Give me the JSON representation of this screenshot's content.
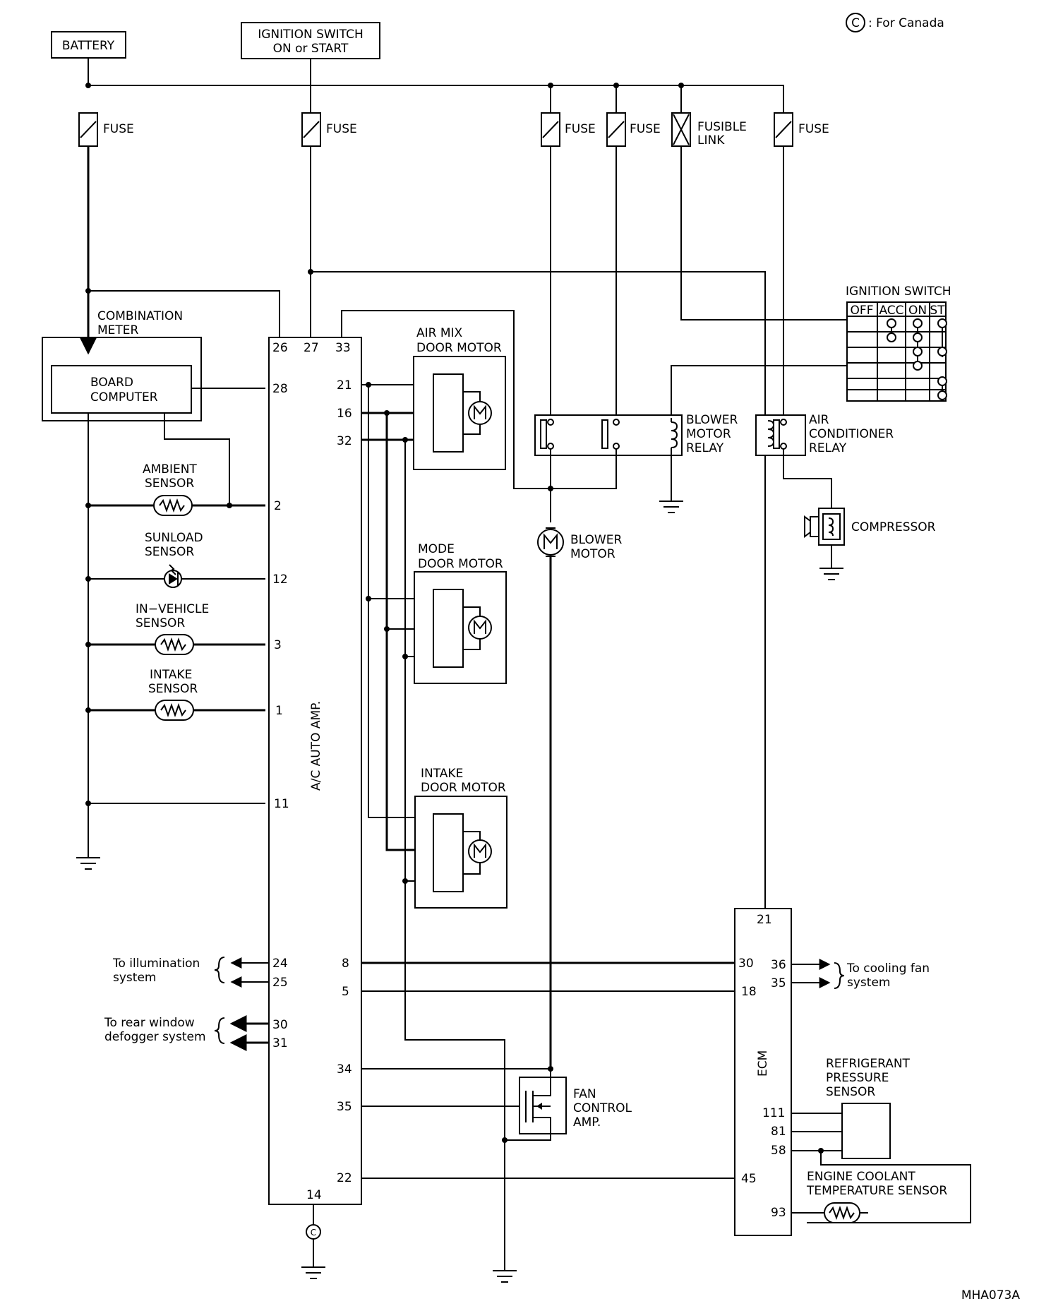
{
  "labels": {
    "for_canada": ": For Canada",
    "canada_mark": "C",
    "battery": "BATTERY",
    "ignition_switch_on_start_1": "IGNITION SWITCH",
    "ignition_switch_on_start_2": "ON or START",
    "fuse": "FUSE",
    "fusible_link_1": "FUSIBLE",
    "fusible_link_2": "LINK",
    "ignition_switch": "IGNITION SWITCH",
    "ign_cols": [
      "OFF",
      "ACC",
      "ON",
      "ST"
    ],
    "combination_meter_1": "COMBINATION",
    "combination_meter_2": "METER",
    "board_computer_1": "BOARD",
    "board_computer_2": "COMPUTER",
    "air_mix_door_motor_1": "AIR MIX",
    "air_mix_door_motor_2": "DOOR MOTOR",
    "mode_door_motor_1": "MODE",
    "mode_door_motor_2": "DOOR MOTOR",
    "intake_door_motor_1": "INTAKE",
    "intake_door_motor_2": "DOOR MOTOR",
    "blower_motor_relay_1": "BLOWER",
    "blower_motor_relay_2": "MOTOR",
    "blower_motor_relay_3": "RELAY",
    "ac_relay_1": "AIR",
    "ac_relay_2": "CONDITIONER",
    "ac_relay_3": "RELAY",
    "compressor": "COMPRESSOR",
    "blower_motor_1": "BLOWER",
    "blower_motor_2": "MOTOR",
    "ambient_sensor_1": "AMBIENT",
    "ambient_sensor_2": "SENSOR",
    "sunload_sensor_1": "SUNLOAD",
    "sunload_sensor_2": "SENSOR",
    "in_vehicle_sensor_1": "IN−VEHICLE",
    "in_vehicle_sensor_2": "SENSOR",
    "intake_sensor_1": "INTAKE",
    "intake_sensor_2": "SENSOR",
    "ac_auto_amp": "A/C AUTO AMP.",
    "ecm": "ECM",
    "to_illumination_1": "To illumination",
    "to_illumination_2": "system",
    "to_rear_defogger_1": "To rear window",
    "to_rear_defogger_2": "defogger system",
    "to_cooling_fan_1": "To cooling fan",
    "to_cooling_fan_2": "system",
    "fan_control_amp_1": "FAN",
    "fan_control_amp_2": "CONTROL",
    "fan_control_amp_3": "AMP.",
    "refrigerant_pressure_sensor_1": "REFRIGERANT",
    "refrigerant_pressure_sensor_2": "PRESSURE",
    "refrigerant_pressure_sensor_3": "SENSOR",
    "engine_coolant_sensor_1": "ENGINE COOLANT",
    "engine_coolant_sensor_2": "TEMPERATURE SENSOR",
    "figure_code": "MHA073A"
  },
  "amp_pins": {
    "p26": "26",
    "p27": "27",
    "p33": "33",
    "p28": "28",
    "p21": "21",
    "p16": "16",
    "p32": "32",
    "p2": "2",
    "p12": "12",
    "p3": "3",
    "p1": "1",
    "p11": "11",
    "p24": "24",
    "p25": "25",
    "p30": "30",
    "p31": "31",
    "p8": "8",
    "p5": "5",
    "p34": "34",
    "p35": "35",
    "p22": "22",
    "p14": "14"
  },
  "ecm_pins": {
    "p21": "21",
    "p30": "30",
    "p18": "18",
    "p36": "36",
    "p35": "35",
    "p111": "111",
    "p81": "81",
    "p58": "58",
    "p45": "45",
    "p93": "93"
  }
}
